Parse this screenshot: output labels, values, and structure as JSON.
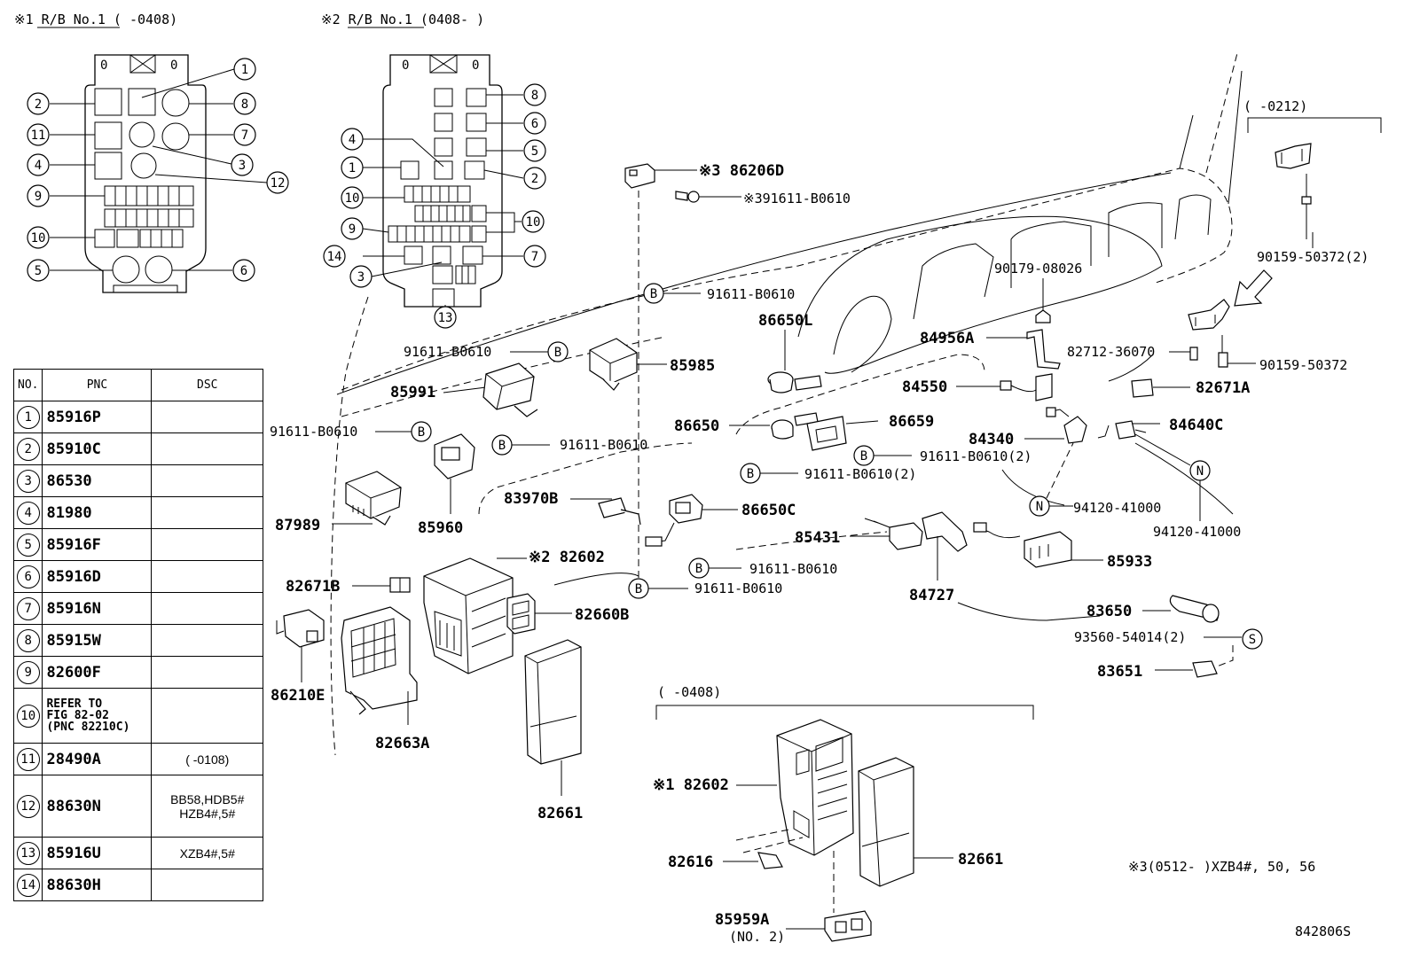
{
  "headers": {
    "rb1": "※1 R/B No.1 (     -0408)",
    "rb2": "※2 R/B No.1 (0408-      )",
    "range_0212": "(     -0212)",
    "range_0408": "(     -0408)"
  },
  "table": {
    "columns": [
      "NO.",
      "PNC",
      "DSC"
    ],
    "rows": [
      {
        "no": "1",
        "pnc": "85916P",
        "dsc": []
      },
      {
        "no": "2",
        "pnc": "85910C",
        "dsc": []
      },
      {
        "no": "3",
        "pnc": "86530",
        "dsc": []
      },
      {
        "no": "4",
        "pnc": "81980",
        "dsc": []
      },
      {
        "no": "5",
        "pnc": "85916F",
        "dsc": []
      },
      {
        "no": "6",
        "pnc": "85916D",
        "dsc": []
      },
      {
        "no": "7",
        "pnc": "85916N",
        "dsc": []
      },
      {
        "no": "8",
        "pnc": "85915W",
        "dsc": []
      },
      {
        "no": "9",
        "pnc": "82600F",
        "dsc": []
      },
      {
        "no": "10",
        "pnc": [
          "REFER TO",
          "FIG 82-02",
          "(PNC 82210C)"
        ],
        "dsc": []
      },
      {
        "no": "11",
        "pnc": "28490A",
        "dsc": [
          "(      -0108)"
        ]
      },
      {
        "no": "12",
        "pnc": "88630N",
        "dsc": [
          "BB58,HDB5#",
          "HZB4#,5#"
        ]
      },
      {
        "no": "13",
        "pnc": "85916U",
        "dsc": [
          "XZB4#,5#"
        ]
      },
      {
        "no": "14",
        "pnc": "88630H",
        "dsc": []
      }
    ]
  },
  "callouts": {
    "rb1": [
      "1",
      "2",
      "8",
      "11",
      "7",
      "4",
      "3",
      "12",
      "9",
      "10",
      "5",
      "6"
    ],
    "rb2": [
      "8",
      "6",
      "4",
      "5",
      "1",
      "2",
      "10",
      "10",
      "9",
      "14",
      "7",
      "3",
      "13"
    ]
  },
  "parts": {
    "p86206D": "※3 86206D",
    "p91611_B0610_s3": "※391611-B0610",
    "p91611_B0610": "91611-B0610",
    "p86650L": "86650L",
    "p85985": "85985",
    "p85991": "85991",
    "p86650": "86650",
    "p86659": "86659",
    "p91611_B0610_2": "91611-B0610(2)",
    "p85960": "85960",
    "p87989": "87989",
    "p83970B": "83970B",
    "p86650C": "86650C",
    "p82602_s2": "※2 82602",
    "p82671B": "82671B",
    "p82660B": "82660B",
    "p86210E": "86210E",
    "p82663A": "82663A",
    "p82661": "82661",
    "p90179_08026": "90179-08026",
    "p84956A": "84956A",
    "p84550": "84550",
    "p84340": "84340",
    "p82712_36070": "82712-36070",
    "p90159_50372_2": "90159-50372(2)",
    "p90159_50372": "90159-50372",
    "p82671A": "82671A",
    "p84640C": "84640C",
    "p94120_41000": "94120-41000",
    "p85431": "85431",
    "p84727": "84727",
    "p85933": "85933",
    "p83650": "83650",
    "p93560_54014_2": "93560-54014(2)",
    "p83651": "83651",
    "p82602_s1": "※1 82602",
    "p82616": "82616",
    "p85959A": "85959A",
    "p85959A_sub": "(NO. 2)"
  },
  "markers": {
    "B": "B",
    "N": "N",
    "S": "S"
  },
  "footnote": "※3(0512-      )XZB4#, 50, 56",
  "figure_code": "842806S"
}
